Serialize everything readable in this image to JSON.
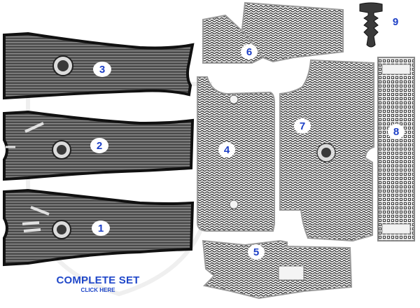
{
  "parts": [
    {
      "id": "part-1",
      "number": "1"
    },
    {
      "id": "part-2",
      "number": "2"
    },
    {
      "id": "part-3",
      "number": "3"
    },
    {
      "id": "part-4",
      "number": "4"
    },
    {
      "id": "part-5",
      "number": "5"
    },
    {
      "id": "part-6",
      "number": "6"
    },
    {
      "id": "part-7",
      "number": "7"
    },
    {
      "id": "part-8",
      "number": "8"
    },
    {
      "id": "part-9",
      "number": "9"
    }
  ],
  "complete_set": {
    "title": "COMPLETE SET",
    "subtitle": "CLICK HERE"
  },
  "colors": {
    "number": "#1d3fc6",
    "mat_dark": "#3b3b3b",
    "mat_light": "#e9e9e9",
    "mat_border": "#111111"
  }
}
